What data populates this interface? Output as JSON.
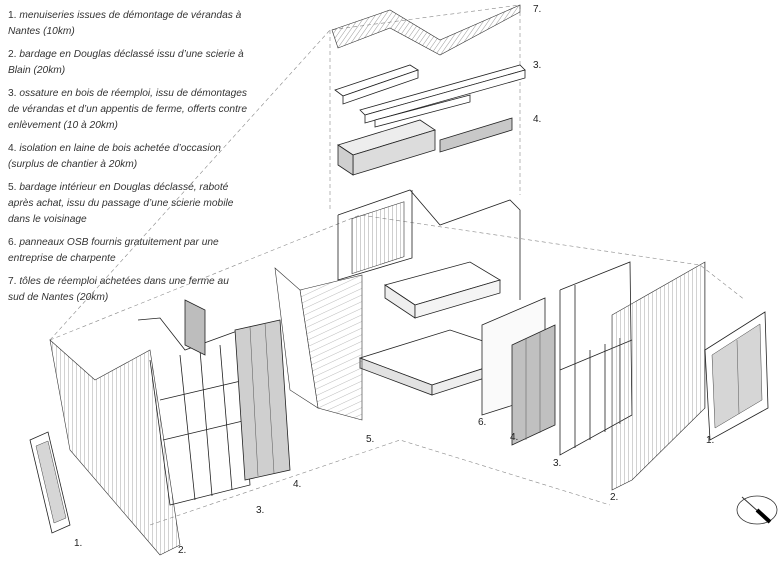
{
  "legend": [
    {
      "num": "1.",
      "text": "menuiseries issues de démontage de vérandas à Nantes (10km)"
    },
    {
      "num": "2.",
      "text": "bardage en Douglas déclassé issu d’une scierie à Blain (20km)"
    },
    {
      "num": "3.",
      "text": "ossature en bois de réemploi, issu de démontages de vérandas et d’un appentis de ferme, offerts contre enlèvement (10 à 20km)"
    },
    {
      "num": "4.",
      "text": "isolation en laine de bois achetée d’occasion (surplus de chantier à 20km)"
    },
    {
      "num": "5.",
      "text": "bardage intérieur en Douglas déclassé, raboté après achat, issu du passage d’une scierie mobile dans le voisinage"
    },
    {
      "num": "6.",
      "text": "panneaux OSB fournis gratuitement par une entreprise de charpente"
    },
    {
      "num": "7.",
      "text": "tôles de réemploi achetées dans une ferme au sud de Nantes (20km)"
    }
  ],
  "labels": {
    "roof_7": "7.",
    "roof_3": "3.",
    "roof_4": "4.",
    "left_1": "1.",
    "left_2": "2.",
    "left_3": "3.",
    "left_4": "4.",
    "center_5": "5.",
    "center_6": "6.",
    "right_4": "4.",
    "right_3": "3.",
    "right_2": "2.",
    "right_1": "1."
  },
  "icons": {
    "north": "north-arrow-icon"
  },
  "colors": {
    "line": "#222222",
    "insulation": "#c8c8c8",
    "dashed": "#888888"
  }
}
